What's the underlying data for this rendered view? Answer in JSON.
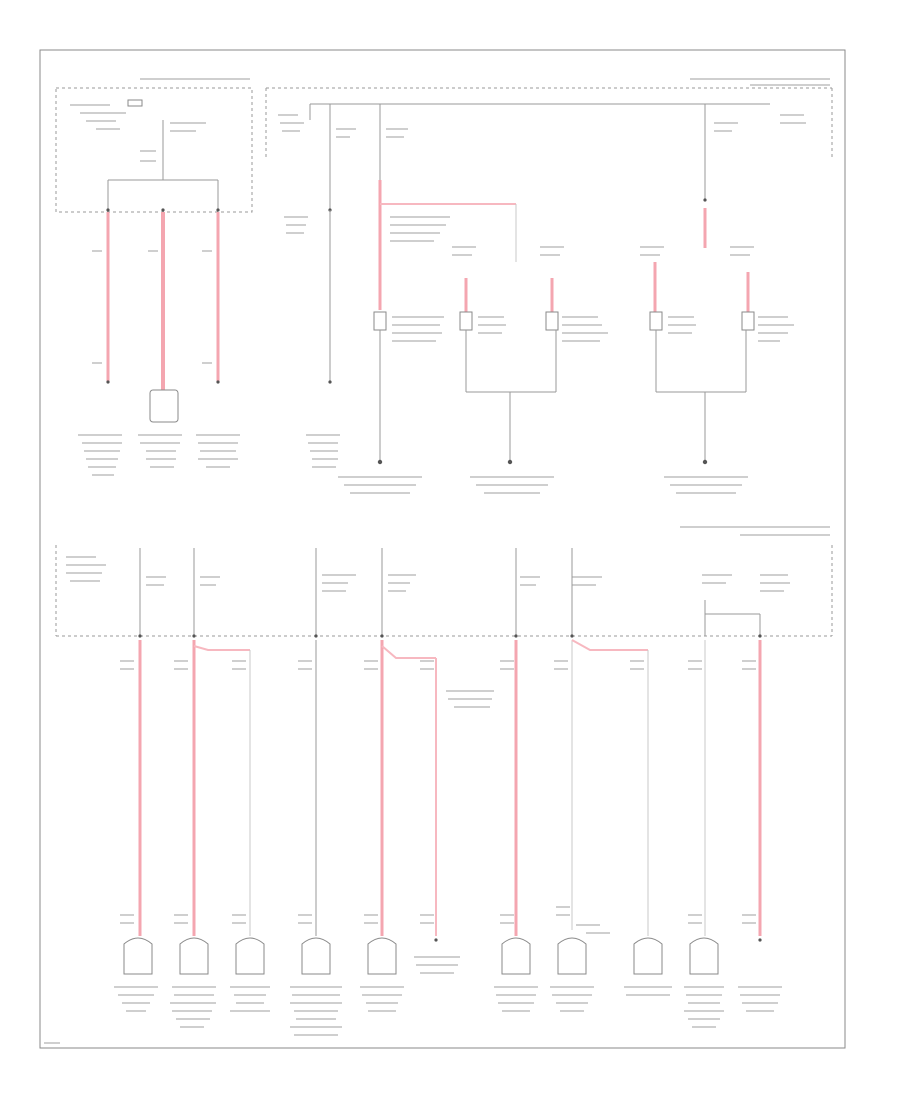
{
  "diagram": {
    "title": "",
    "footer_code": "",
    "sections": [
      "left-upper-fuse-block",
      "right-upper-fuse-block",
      "lower-fuse-block"
    ],
    "colors": {
      "wire_hot": "#f4a6b0",
      "wire_hot_thin": "#f7b8c0",
      "line": "#9a9a9a",
      "border": "#8a8a8a",
      "background": "#ffffff"
    }
  }
}
